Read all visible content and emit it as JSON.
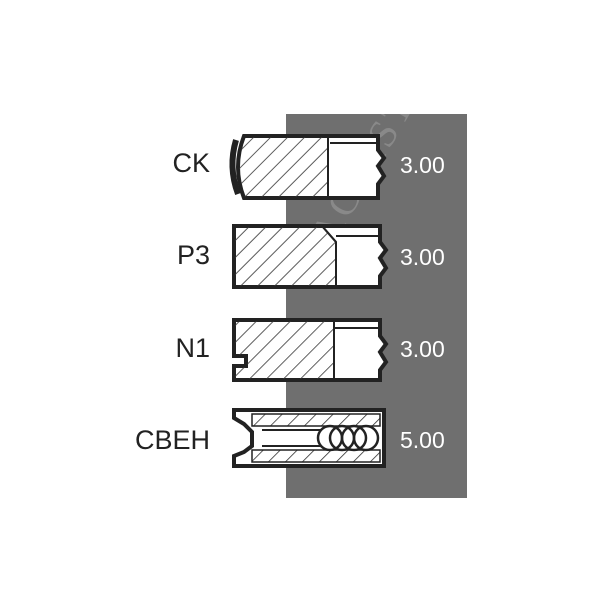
{
  "watermark": "AGRISTAR",
  "rings": [
    {
      "label": "CK",
      "value": "3.00"
    },
    {
      "label": "P3",
      "value": "3.00"
    },
    {
      "label": "N1",
      "value": "3.00"
    },
    {
      "label": "CBEH",
      "value": "5.00"
    }
  ],
  "colors": {
    "panel": "#6f6f6f",
    "outline": "#222222",
    "hatch": "#333333"
  }
}
